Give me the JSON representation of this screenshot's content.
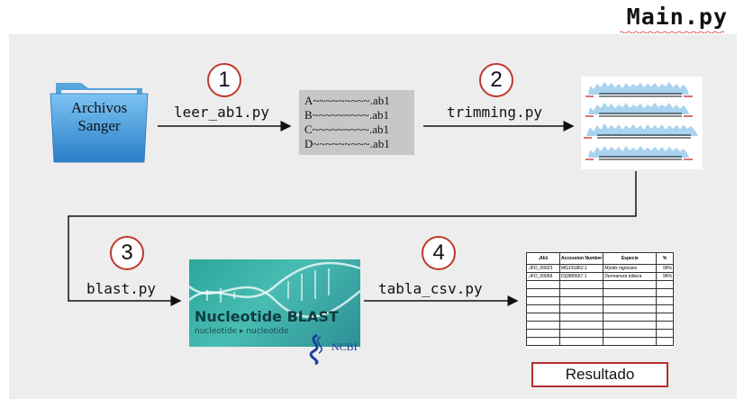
{
  "title": "Main.py",
  "steps": [
    {
      "number": "1",
      "script": "leer_ab1.py"
    },
    {
      "number": "2",
      "script": "trimming.py"
    },
    {
      "number": "3",
      "script": "blast.py"
    },
    {
      "number": "4",
      "script": "tabla_csv.py"
    }
  ],
  "folder": {
    "line1": "Archivos",
    "line2": "Sanger"
  },
  "ab1_files": [
    "A~~~~~~~~~.ab1",
    "B~~~~~~~~~.ab1",
    "C~~~~~~~~~.ab1",
    "D~~~~~~~~~.ab1"
  ],
  "blast": {
    "title": "Nucleotide BLAST",
    "subtitle": "nucleotide ▸ nucleotide",
    "org": "NCBI"
  },
  "table": {
    "headers": [
      ".Ab1",
      "Accession Number",
      "Especie",
      "%"
    ],
    "rows": [
      [
        ".JFD_00023",
        "MG191862.1",
        "Myotis nigricans",
        "99%"
      ],
      [
        ".JFD_00068",
        "DQ989567.1",
        "Dermanura tolteca",
        "96%"
      ],
      [
        "",
        "",
        "",
        ""
      ],
      [
        "",
        "",
        "",
        ""
      ],
      [
        "",
        "",
        "",
        ""
      ],
      [
        "",
        "",
        "",
        ""
      ],
      [
        "",
        "",
        "",
        ""
      ],
      [
        "",
        "",
        "",
        ""
      ],
      [
        "",
        "",
        "",
        ""
      ],
      [
        "",
        "",
        "",
        ""
      ]
    ]
  },
  "result_label": "Resultado",
  "colors": {
    "accent_red": "#c0392b",
    "panel_bg": "#ededed",
    "folder_blue": "#3b8fd6",
    "blast_teal": "#2aa79b"
  }
}
